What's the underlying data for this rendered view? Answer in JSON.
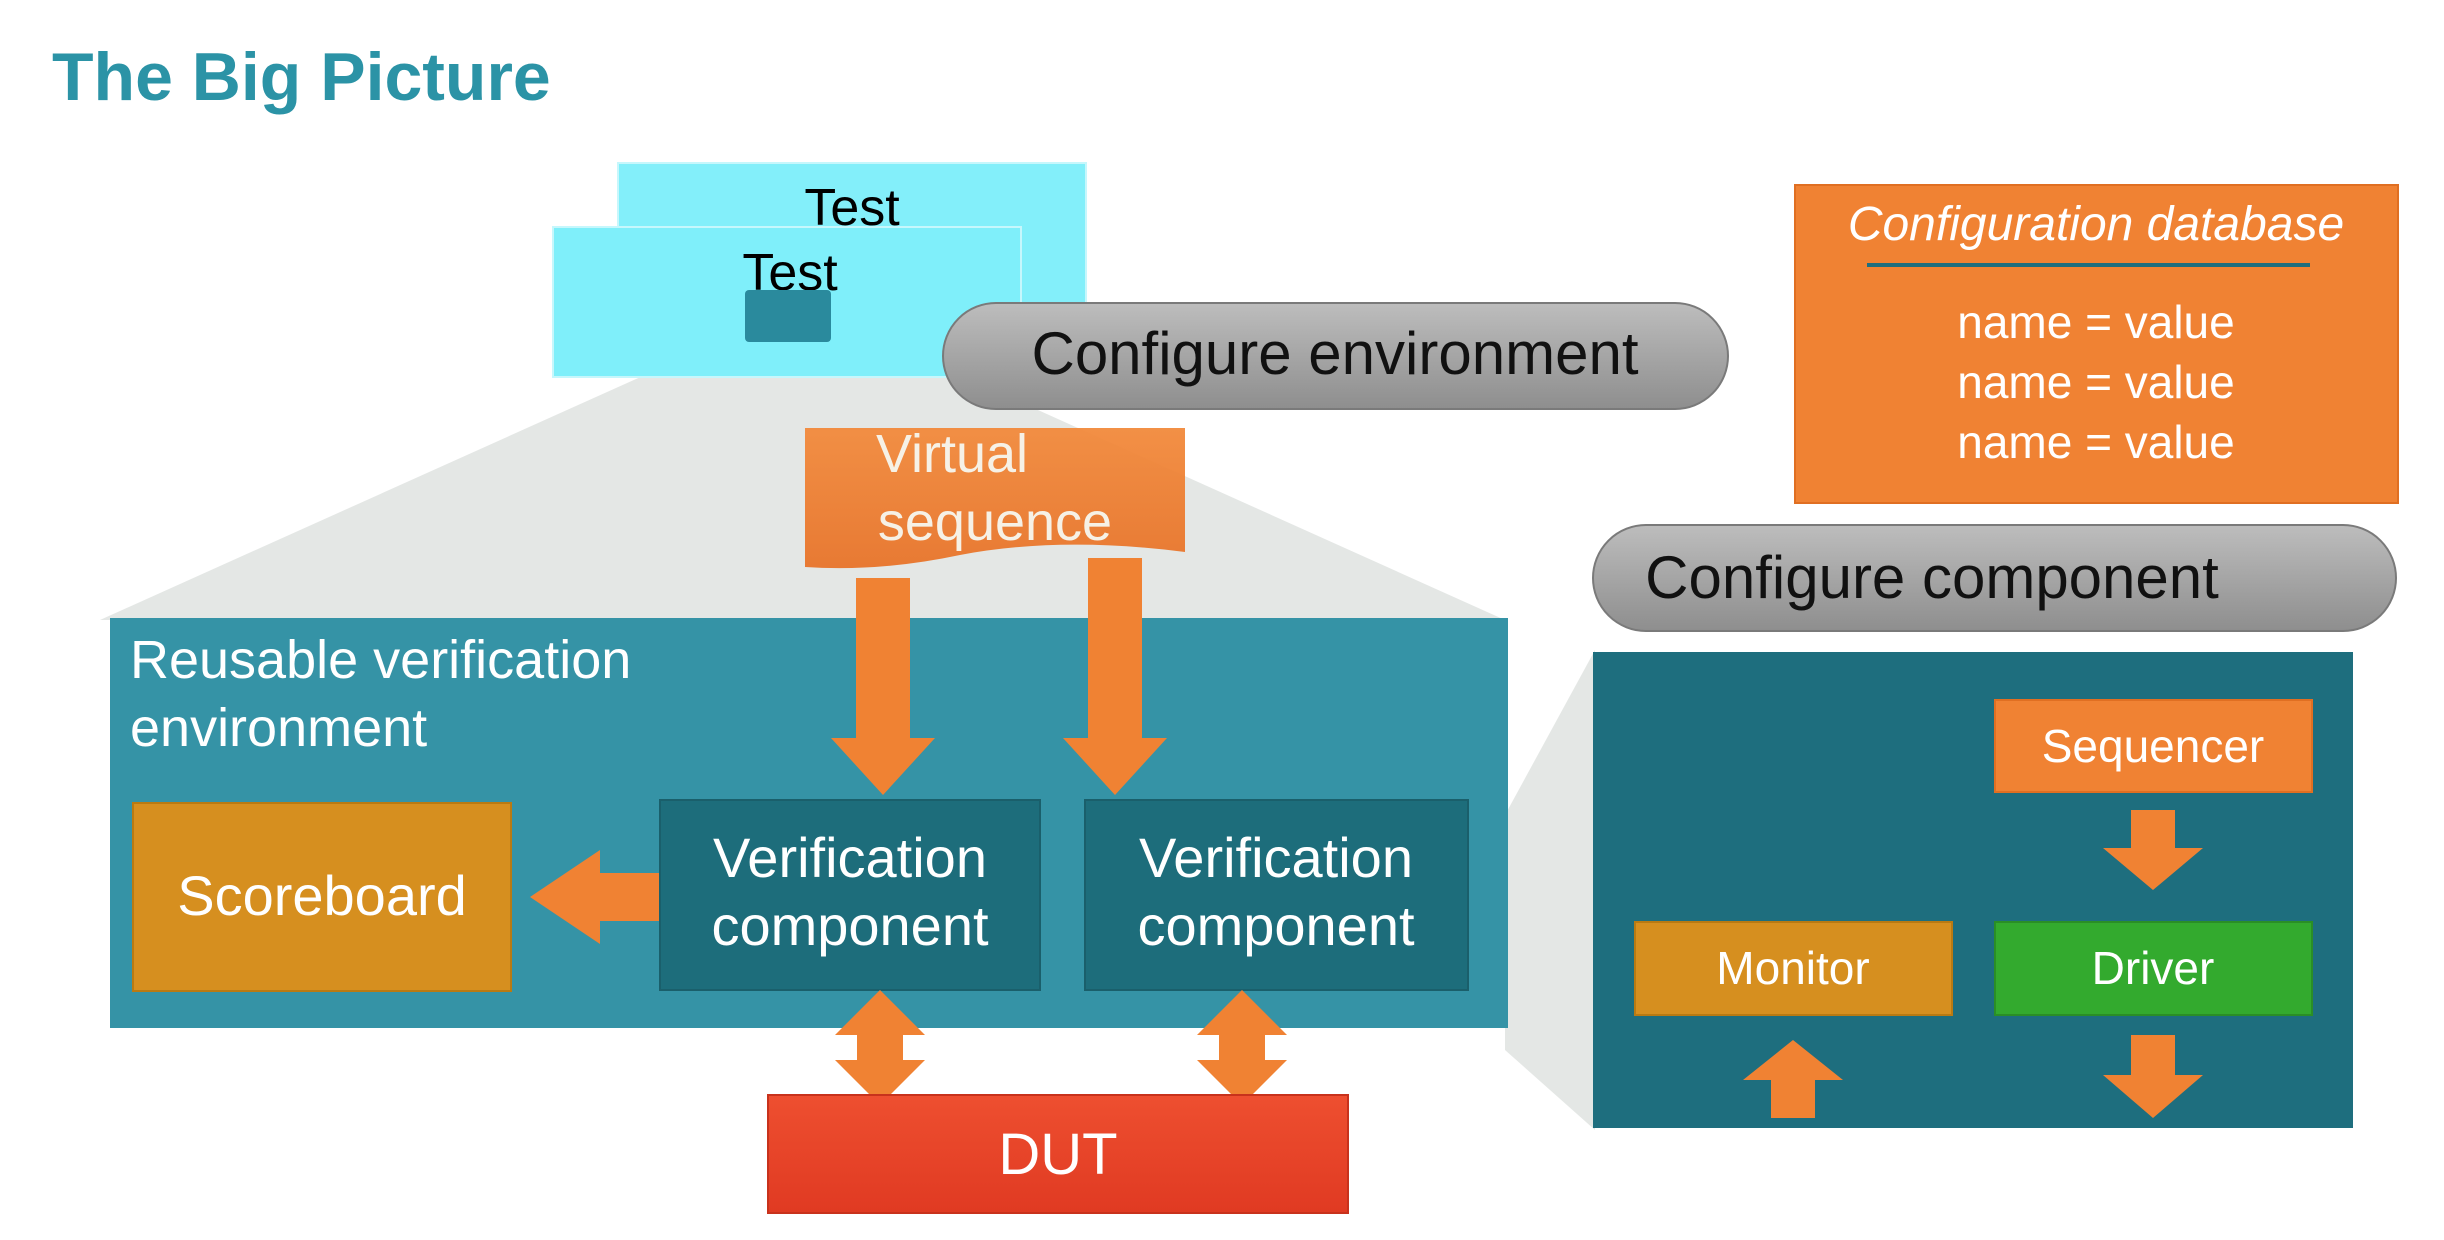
{
  "title": "The Big Picture",
  "test_labels": [
    "Test",
    "Test"
  ],
  "configure_environment": "Configure environment",
  "virtual_sequence": [
    "Virtual",
    "sequence"
  ],
  "config_db": {
    "title": "Configuration database",
    "entries": [
      "name = value",
      "name = value",
      "name = value"
    ]
  },
  "configure_component": "Configure component",
  "environment_label": [
    "Reusable verification",
    "environment"
  ],
  "scoreboard": "Scoreboard",
  "verification_components": [
    [
      "Verification",
      "component"
    ],
    [
      "Verification",
      "component"
    ]
  ],
  "dut": "DUT",
  "sequencer": "Sequencer",
  "monitor": "Monitor",
  "driver": "Driver",
  "colors": {
    "title": "#2b93a6",
    "teal_panel": "#2e8fa3",
    "teal_dark": "#1e6e7e",
    "teal_box": "#1d6d7b",
    "cyan": "#7feffa",
    "orange": "#f08233",
    "gold": "#d68f1f",
    "green": "#33aa2e",
    "red": "#e8432a",
    "gray_pill": "#a6a6a6"
  }
}
